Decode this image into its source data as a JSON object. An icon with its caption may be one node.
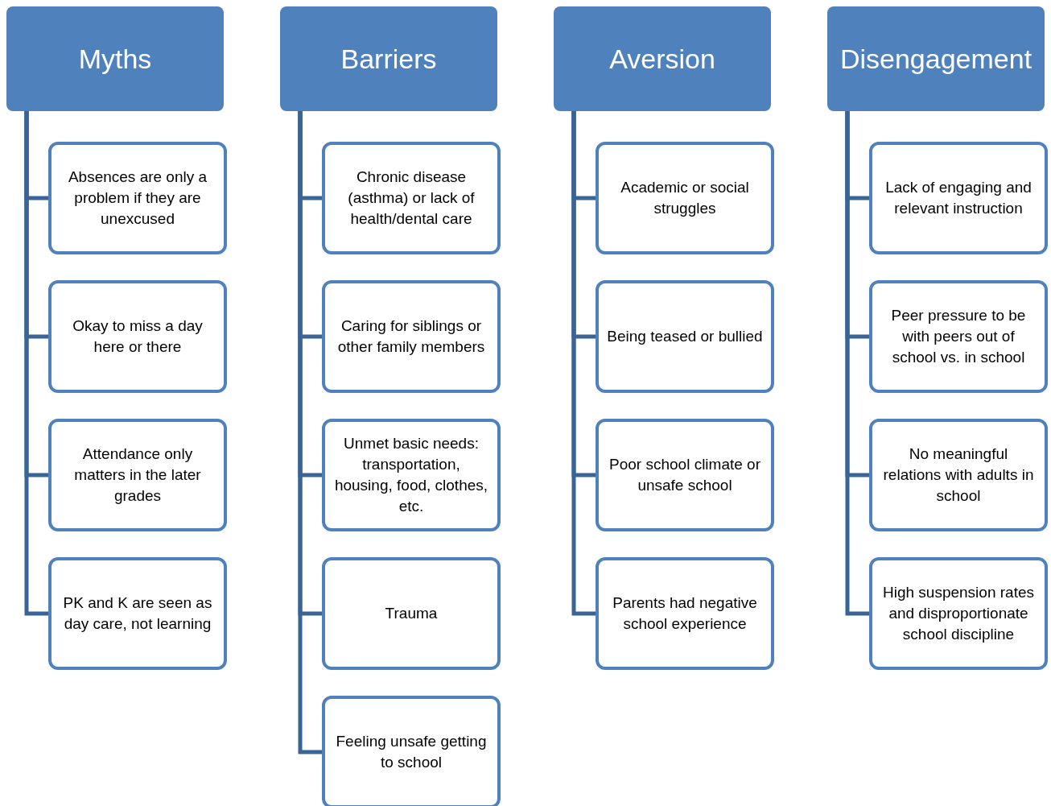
{
  "diagram": {
    "nodes": [
      {
        "text": [
          "Myths"
        ]
      },
      {
        "text": [
          "Absences are only a problem if they are unexcused"
        ]
      },
      {
        "text": [
          "Okay to miss a day here or there"
        ]
      },
      {
        "text": [
          "Attendance only matters in the later grades"
        ]
      },
      {
        "text": [
          "PK and K are seen as day care, not learning"
        ]
      },
      {
        "text": [
          "Barriers"
        ]
      },
      {
        "text": [
          "Chronic disease (asthma) or lack of health/dental care"
        ]
      },
      {
        "text": [
          "Caring for siblings or other family members"
        ]
      },
      {
        "text": [
          "Unmet basic needs: transportation, housing, food, clothes, etc."
        ]
      },
      {
        "text": [
          "Trauma"
        ]
      },
      {
        "text": [
          "Feeling unsafe getting to school"
        ]
      },
      {
        "text": [
          "Aversion"
        ]
      },
      {
        "text": [
          "Academic or social struggles"
        ]
      },
      {
        "text": [
          "Being teased or bullied"
        ]
      },
      {
        "text": [
          "Poor school climate or unsafe school"
        ]
      },
      {
        "text": [
          "Parents had negative school experience"
        ]
      },
      {
        "text": [
          "Disengagement"
        ]
      },
      {
        "text": [
          "Lack of engaging and relevant instruction"
        ]
      },
      {
        "text": [
          "Peer pressure to be with peers out of school vs. in school"
        ]
      },
      {
        "text": [
          "No meaningful relations with adults in school"
        ]
      },
      {
        "text": [
          "High suspension rates and disproportionate school discipline"
        ]
      }
    ],
    "edges": [
      {
        "from": 0,
        "to": 1,
        "arrow": "none"
      },
      {
        "from": 0,
        "to": 2,
        "arrow": "none"
      },
      {
        "from": 0,
        "to": 3,
        "arrow": "none"
      },
      {
        "from": 0,
        "to": 4,
        "arrow": "none"
      },
      {
        "from": 5,
        "to": 6,
        "arrow": "none"
      },
      {
        "from": 5,
        "to": 7,
        "arrow": "none"
      },
      {
        "from": 5,
        "to": 8,
        "arrow": "none"
      },
      {
        "from": 5,
        "to": 9,
        "arrow": "none"
      },
      {
        "from": 5,
        "to": 10,
        "arrow": "none"
      },
      {
        "from": 11,
        "to": 12,
        "arrow": "none"
      },
      {
        "from": 11,
        "to": 13,
        "arrow": "none"
      },
      {
        "from": 11,
        "to": 14,
        "arrow": "none"
      },
      {
        "from": 11,
        "to": 15,
        "arrow": "none"
      },
      {
        "from": 16,
        "to": 17,
        "arrow": "none"
      },
      {
        "from": 16,
        "to": 18,
        "arrow": "none"
      },
      {
        "from": 16,
        "to": 19,
        "arrow": "none"
      },
      {
        "from": 16,
        "to": 20,
        "arrow": "none"
      }
    ]
  }
}
